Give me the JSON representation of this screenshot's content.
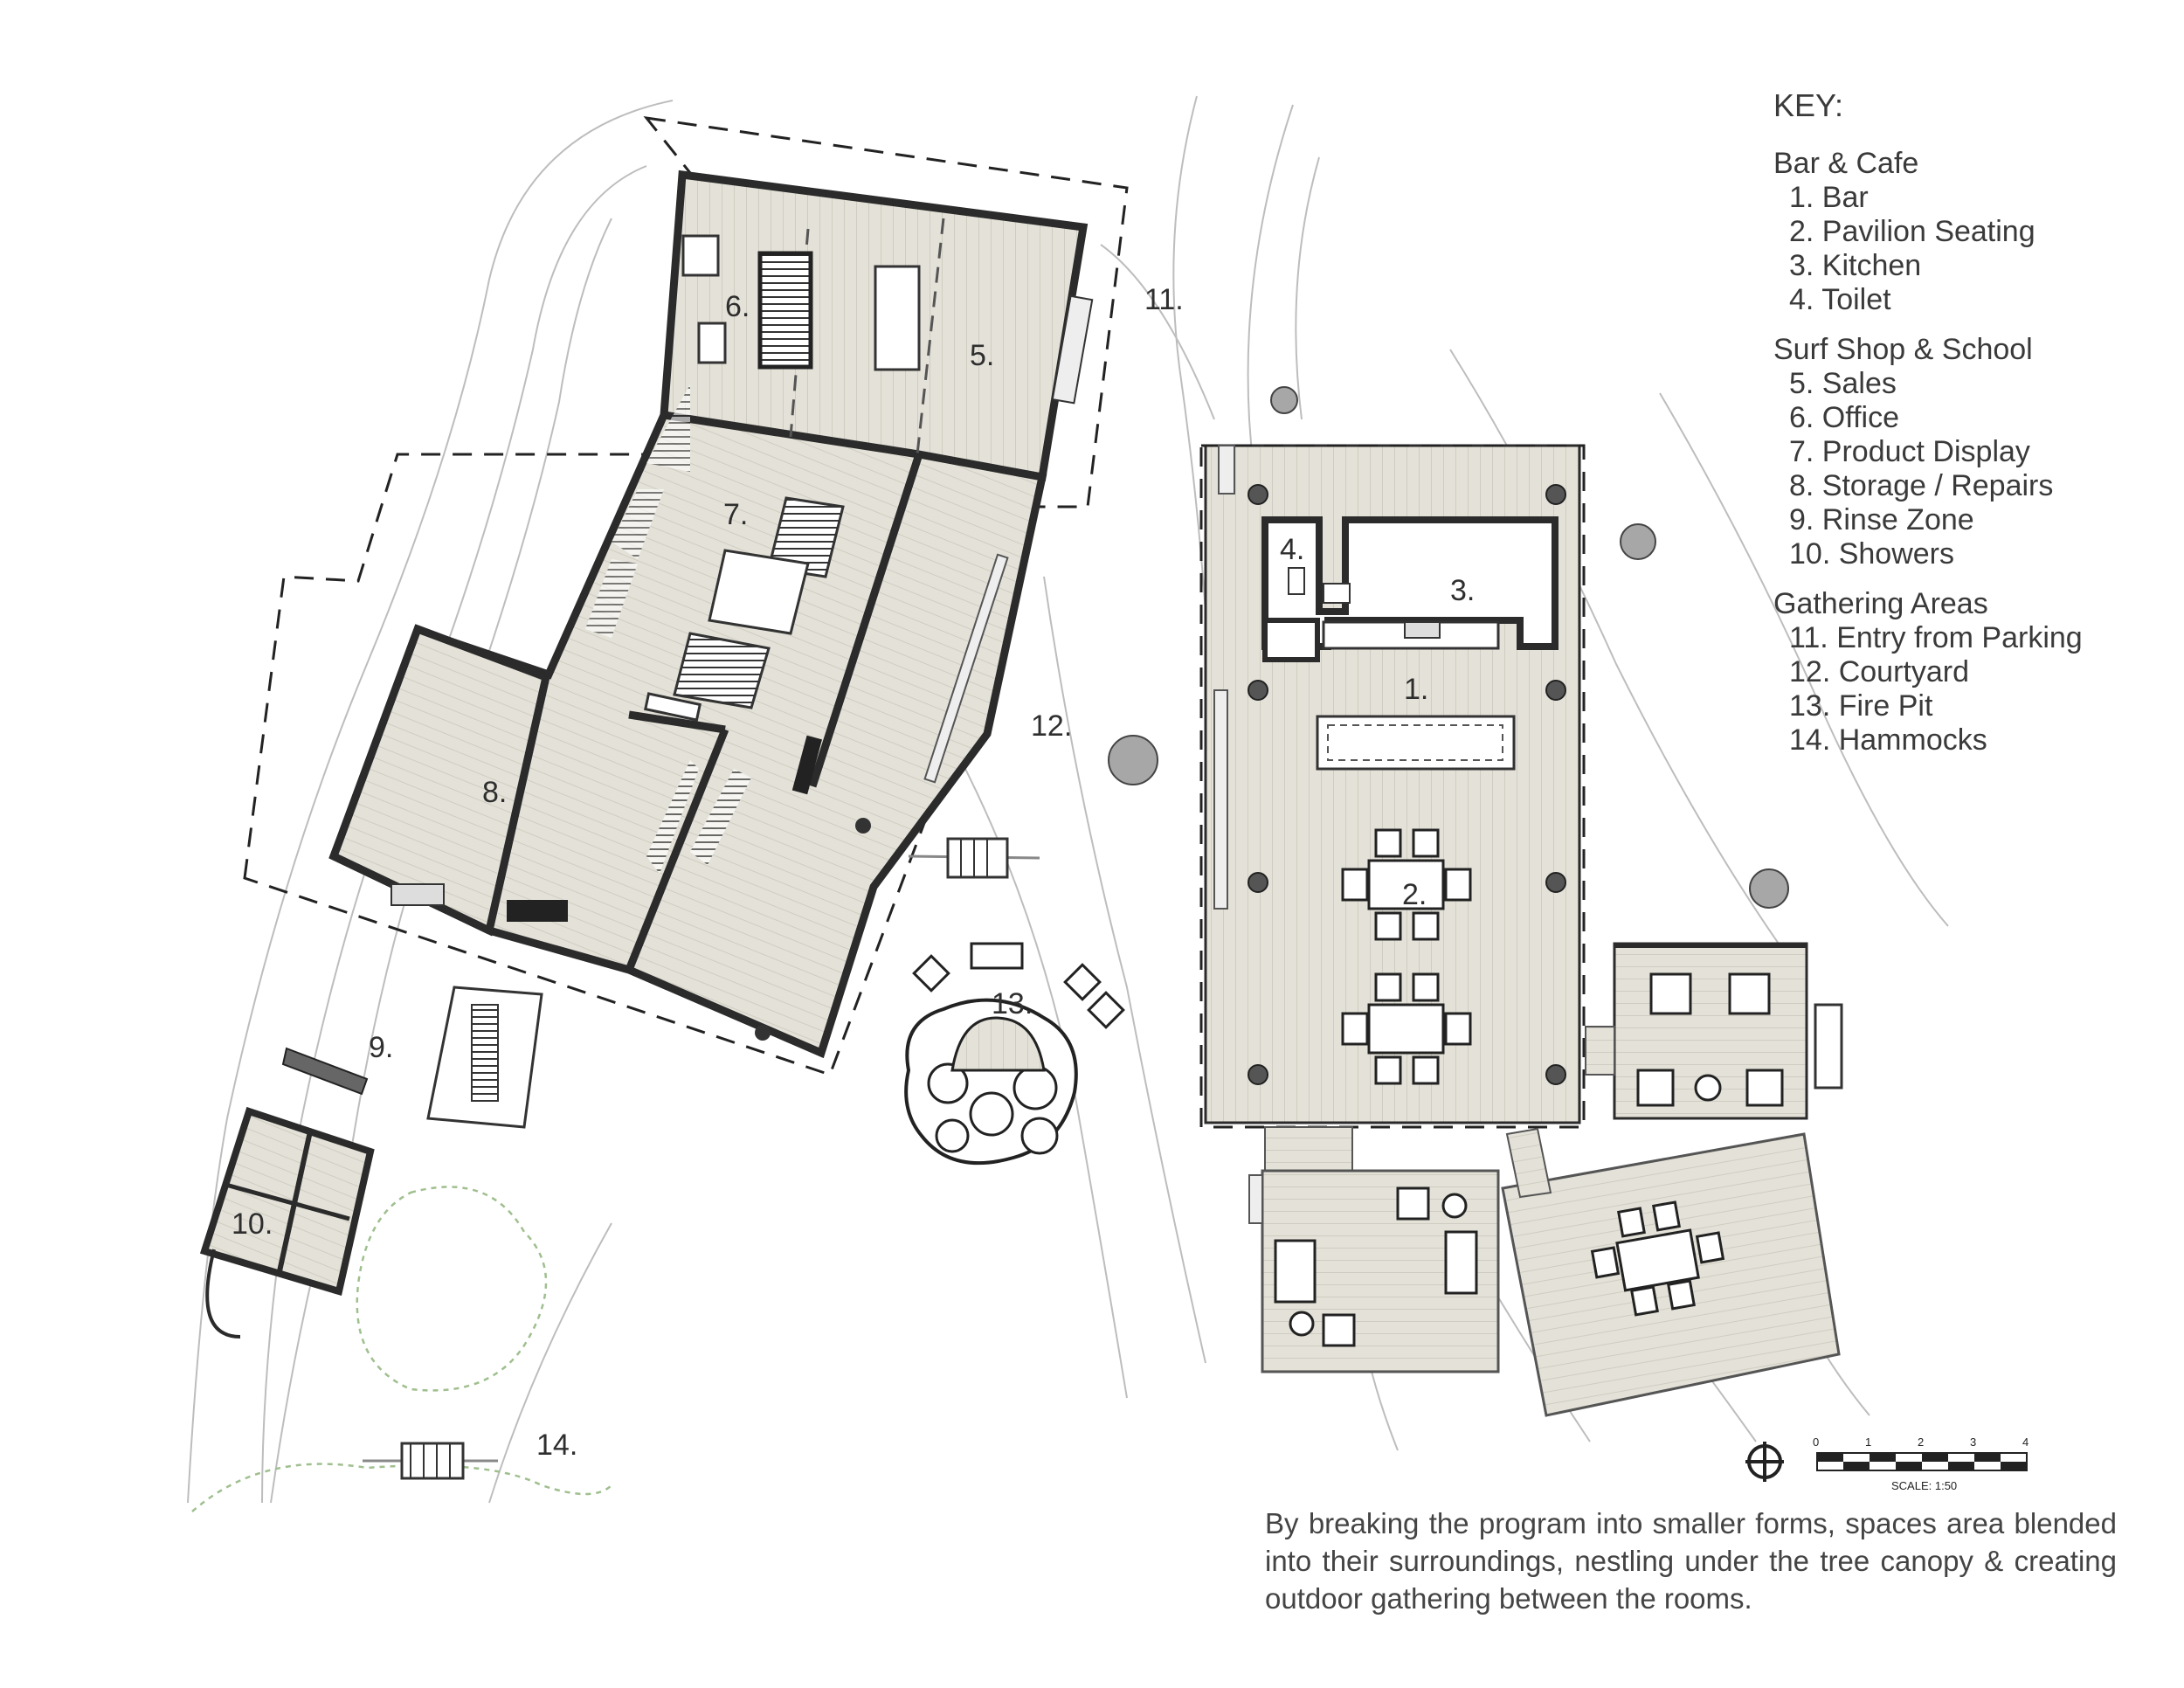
{
  "key": {
    "title": "KEY:",
    "groups": [
      {
        "title": "Bar & Cafe",
        "items": [
          "1. Bar",
          "2. Pavilion Seating",
          "3. Kitchen",
          "4. Toilet"
        ]
      },
      {
        "title": "Surf Shop & School",
        "items": [
          "5. Sales",
          "6. Office",
          "7. Product Display",
          "8. Storage / Repairs",
          "9. Rinse Zone",
          "10. Showers"
        ]
      },
      {
        "title": "Gathering Areas",
        "items": [
          "11. Entry from Parking",
          "12. Courtyard",
          "13. Fire Pit",
          "14. Hammocks"
        ]
      }
    ]
  },
  "plan_labels": {
    "n1": "1.",
    "n2": "2.",
    "n3": "3.",
    "n4": "4.",
    "n5": "5.",
    "n6": "6.",
    "n7": "7.",
    "n8": "8.",
    "n9": "9.",
    "n10": "10.",
    "n11": "11.",
    "n12": "12.",
    "n13": "13.",
    "n14": "14."
  },
  "scale": {
    "ticks": [
      "0",
      "1",
      "2",
      "3",
      "4"
    ],
    "label": "SCALE: 1:50"
  },
  "caption": "By breaking the program into smaller forms, spaces area blended into their surroundings, nestling under the tree canopy & creating outdoor gathering between the rooms.",
  "colors": {
    "floor": "#e4e2d8",
    "wall": "#2b2b2b",
    "line": "#b9b9b9",
    "column": "#a7a7a7"
  }
}
